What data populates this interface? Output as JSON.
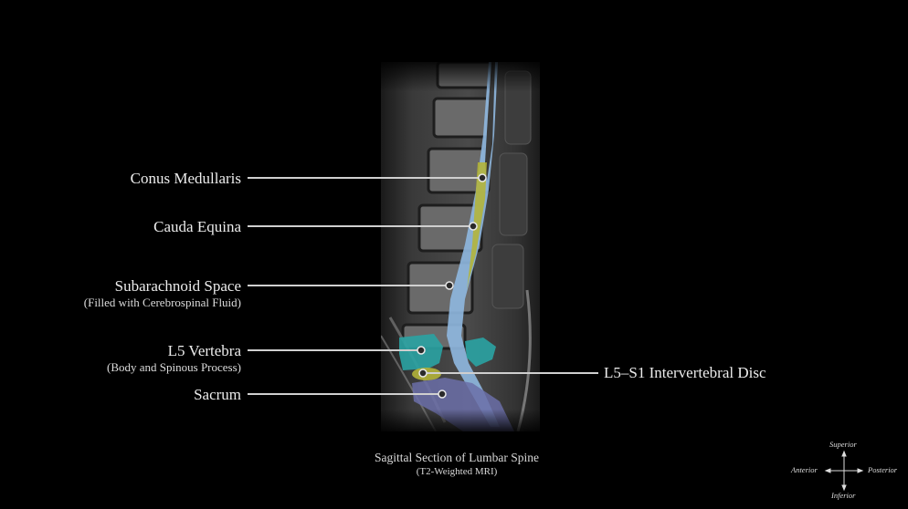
{
  "figure": {
    "caption_title": "Sagittal Section of Lumbar Spine",
    "caption_subtitle": "(T2-Weighted MRI)"
  },
  "labels": [
    {
      "id": "conus",
      "main": "Conus Medullaris",
      "sub": "",
      "side": "left",
      "target": [
        528,
        195
      ]
    },
    {
      "id": "cauda",
      "main": "Cauda Equina",
      "sub": "",
      "side": "left",
      "target": [
        518,
        248
      ]
    },
    {
      "id": "subarachnoid",
      "main": "Subarachnoid Space",
      "sub": "(Filled with Cerebrospinal Fluid)",
      "side": "left",
      "target": [
        492,
        313
      ]
    },
    {
      "id": "l5",
      "main": "L5 Vertebra",
      "sub": "(Body and Spinous Process)",
      "side": "left",
      "target": [
        461,
        384
      ]
    },
    {
      "id": "sacrum",
      "main": "Sacrum",
      "sub": "",
      "side": "left",
      "target": [
        484,
        432
      ]
    },
    {
      "id": "disc",
      "main": "L5–S1 Intervertebral Disc",
      "sub": "",
      "side": "right",
      "target": [
        463,
        409
      ]
    }
  ],
  "compass": {
    "superior": "Superior",
    "inferior": "Inferior",
    "anterior": "Anterior",
    "posterior": "Posterior"
  },
  "colors": {
    "background": "#000000",
    "csf_blue": "#8fb8e0",
    "cord_yellow": "#b5b532",
    "vertebra_teal": "#2aa3a3",
    "disc_yellow": "#b3b33a",
    "sacrum_purple": "#6b6fa8",
    "leader_line": "#cfcfcf"
  }
}
